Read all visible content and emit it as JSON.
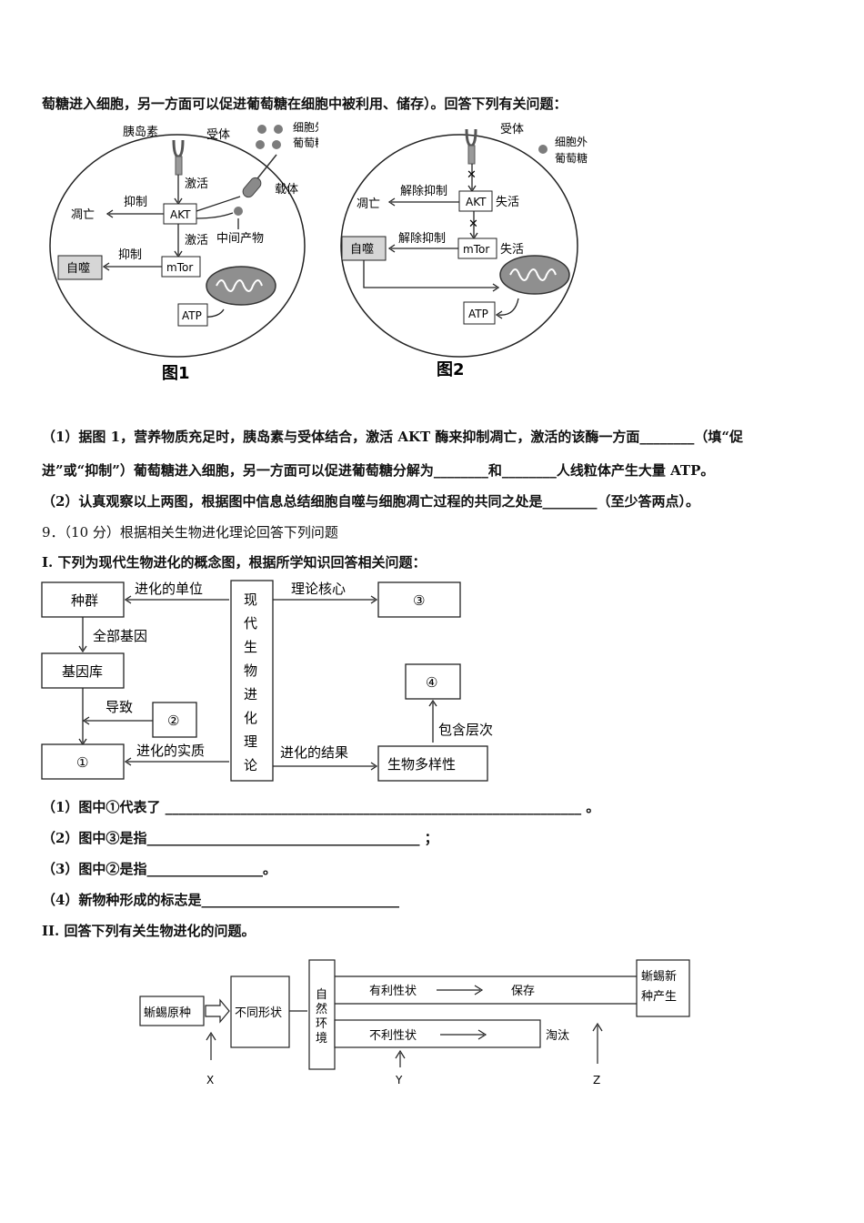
{
  "intro_line": "萄糖进入细胞，另一方面可以促进葡萄糖在细胞中被利用、储存）。回答下列有关问题：",
  "fig1": {
    "insulin": "胰岛素",
    "receptor": "受体",
    "glucose_outside": [
      "细胞外",
      "葡萄糖"
    ],
    "carrier": "载体",
    "activate1": "激活",
    "inhibit1": "抑制",
    "apoptosis": "凋亡",
    "akt": "AKT",
    "activate2": "激活",
    "intermediate": "中间产物",
    "inhibit2": "抑制",
    "autophagy": "自噬",
    "mtor": "mTor",
    "atp": "ATP",
    "caption": "图1"
  },
  "fig2": {
    "receptor": "受体",
    "glucose_outside": [
      "细胞外",
      "葡萄糖"
    ],
    "release1": "解除抑制",
    "apoptosis": "凋亡",
    "akt": "AKT",
    "inactive1": "失活",
    "autophagy": "自噬",
    "release2": "解除抑制",
    "mtor": "mTor",
    "inactive2": "失活",
    "atp": "ATP",
    "caption": "图2"
  },
  "q1_line1": "（1）据图 1，营养物质充足时，胰岛素与受体结合，激活 AKT 酶来抑制凋亡，激活的该酶一方面________（填“促",
  "q1_line2": "进”或“抑制”）葡萄糖进入细胞，另一方面可以促进葡萄糖分解为________和________人线粒体产生大量 ATP。",
  "q2_line": "（2）认真观察以上两图，根据图中信息总结细胞自噬与细胞凋亡过程的共同之处是________（至少答两点）。",
  "q9_header": "9．（10 分）根据相关生物进化理论回答下列问题",
  "part1_header": "I. 下列为现代生物进化的概念图，根据所学知识回答相关问题：",
  "concept_map": {
    "population": "种群",
    "unit": "进化的单位",
    "center": [
      "现",
      "代",
      "生",
      "物",
      "进",
      "化",
      "理",
      "论"
    ],
    "core": "理论核心",
    "box3": "③",
    "all_genes": "全部基因",
    "gene_pool": "基因库",
    "box4": "④",
    "leads_to": "导致",
    "box2": "②",
    "levels": "包含层次",
    "box1": "①",
    "essence": "进化的实质",
    "result": "进化的结果",
    "diversity": "生物多样性"
  },
  "part1_questions": [
    "（1）图中①代表了 _____________________________________________________________ 。",
    "（2）图中③是指________________________________________ ；",
    "（3）图中②是指_________________。",
    "（4）新物种形成的标志是_____________________________"
  ],
  "part2_header": "II. 回答下列有关生物进化的问题。",
  "lizard_map": {
    "original": "蜥蜴原种",
    "traits": "不同形状",
    "nature": [
      "自",
      "然",
      "环",
      "境"
    ],
    "favorable": "有利性状",
    "keep": "保存",
    "unfavorable": "不利性状",
    "eliminate": "淘汰",
    "new_species": [
      "蜥蜴新",
      "种产生"
    ],
    "x": "X",
    "y": "Y",
    "z": "Z"
  }
}
